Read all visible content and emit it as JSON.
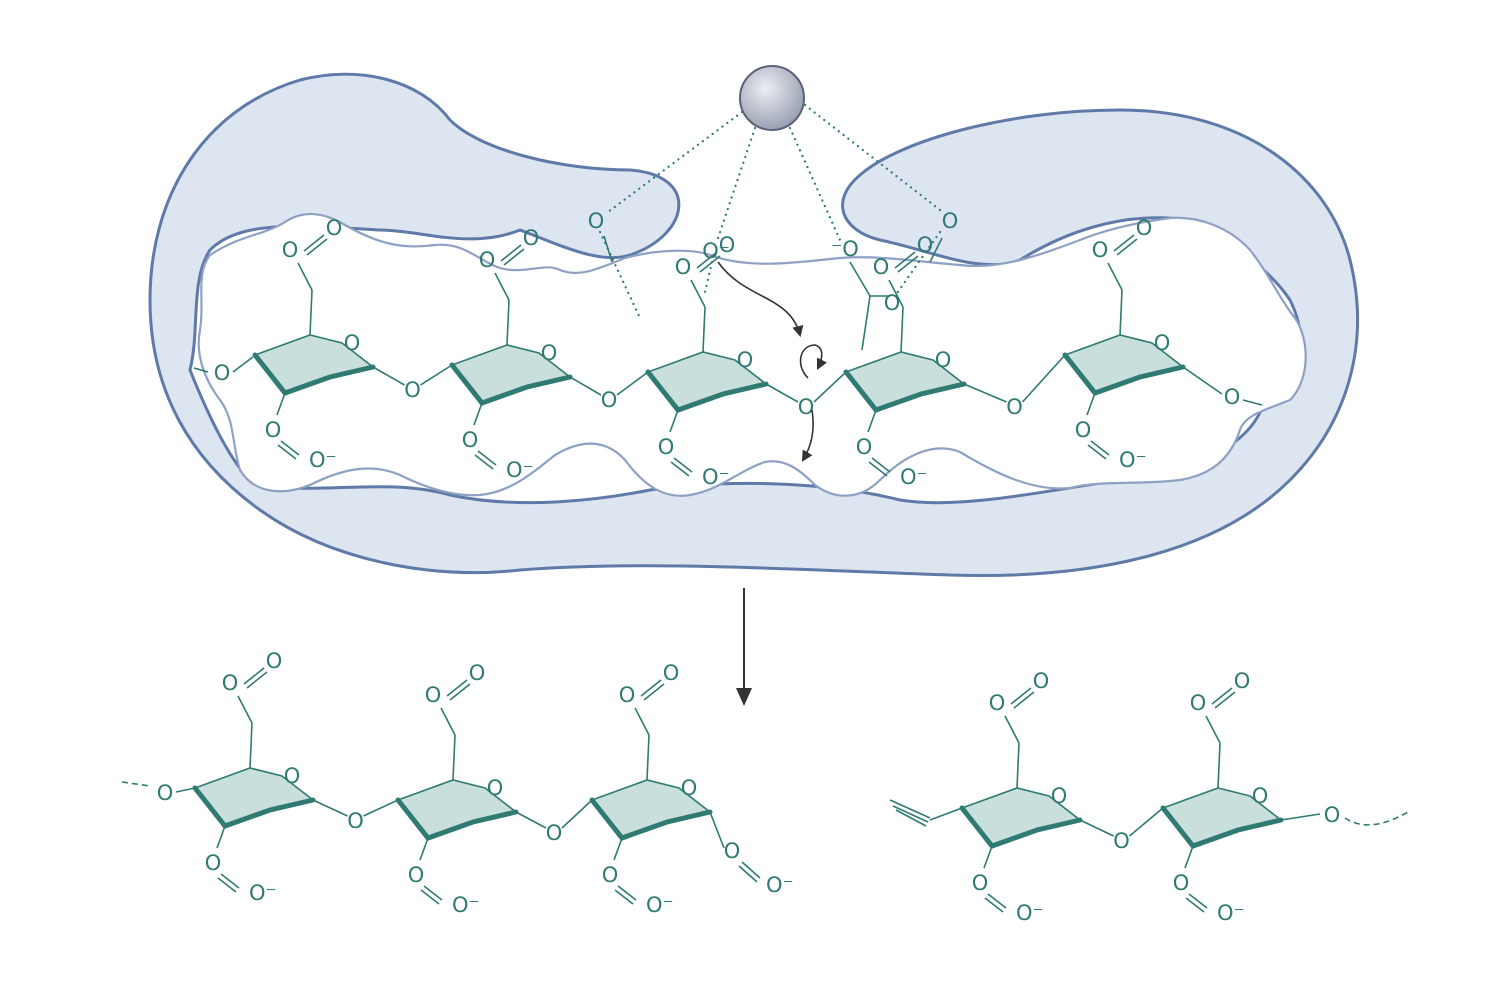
{
  "labels": {
    "oxygen": "O",
    "oxygen_anion_right": "O⁻",
    "oxygen_anion_left": "⁻O",
    "carboxylate_tail": "O–O⁻",
    "carbonyl": "O–O"
  },
  "colors": {
    "enzyme_fill": "#dde5f0",
    "enzyme_outline": "#5f7aa8",
    "cleft_outline": "#8ea0c3",
    "molecule": "#2f7a72",
    "metal_ion": "#a3aabb",
    "arrow": "#333333"
  },
  "icons": {
    "metal_ion": "sphere-icon",
    "reaction_arrow": "down-arrow-icon"
  }
}
